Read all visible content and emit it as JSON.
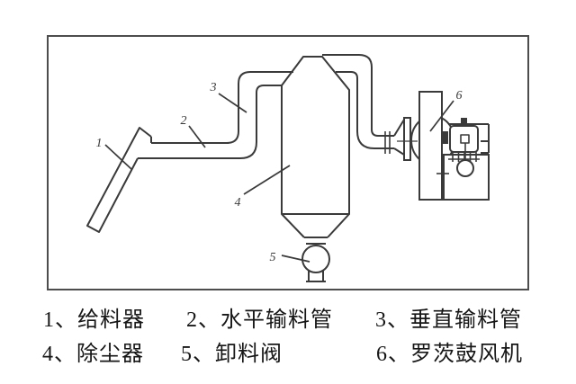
{
  "figure": {
    "description": "pneumatic-conveying-system-diagram",
    "part_numbers": {
      "n1": "1",
      "n2": "2",
      "n3": "3",
      "n4": "4",
      "n5": "5",
      "n6": "6"
    },
    "captions": {
      "row1": [
        "1、给料器",
        "2、水平输料管",
        "3、垂直输料管"
      ],
      "row2": [
        "4、除尘器",
        "5、卸料阀",
        "6、罗茨鼓风机"
      ]
    },
    "colors": {
      "line": "#3a3a3a",
      "frame": "#4d4d4d",
      "text": "#161616",
      "bg": "#ffffff"
    }
  }
}
